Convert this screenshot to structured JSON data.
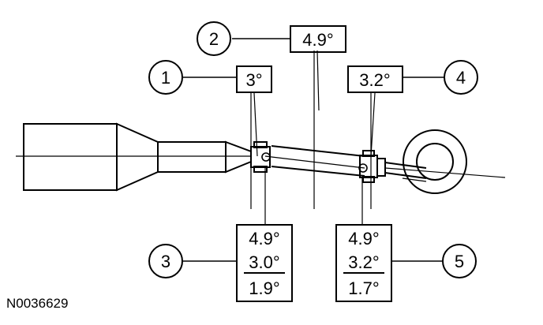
{
  "callouts": [
    {
      "id": "1",
      "text": "1"
    },
    {
      "id": "2",
      "text": "2"
    },
    {
      "id": "3",
      "text": "3"
    },
    {
      "id": "4",
      "text": "4"
    },
    {
      "id": "5",
      "text": "5"
    }
  ],
  "angles": {
    "callout_1": "3°",
    "callout_2": "4.9°",
    "callout_4": "3.2°",
    "callout_3": [
      "4.9°",
      "3.0°",
      "1.9°"
    ],
    "callout_5": [
      "4.9°",
      "3.2°",
      "1.7°"
    ]
  },
  "reference_number": "N0036629"
}
